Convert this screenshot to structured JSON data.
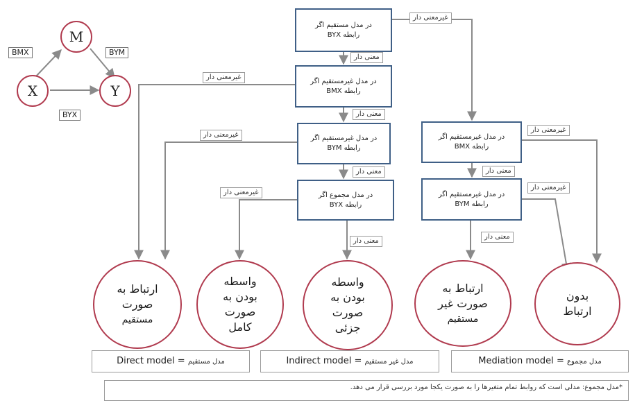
{
  "triangle": {
    "nodes": {
      "m": "M",
      "x": "X",
      "y": "Y"
    },
    "edges": {
      "bmx": "BMX",
      "bym": "BYM",
      "byx": "BYX"
    }
  },
  "steps": [
    {
      "line1": "در مدل مستقیم اگر",
      "line2": "رابطه BYX"
    },
    {
      "line1": "در مدل غیرمستقیم اگر",
      "line2": "رابطه BMX"
    },
    {
      "line1": "در مدل غیرمستقیم اگر",
      "line2": "رابطه BYM"
    },
    {
      "line1": "در مدل مجموع اگر",
      "line2": "رابطه BYX"
    },
    {
      "line1": "در مدل غیرمستقیم اگر",
      "line2": "رابطه BMX"
    },
    {
      "line1": "در مدل غیرمستقیم اگر",
      "line2": "رابطه BYM"
    }
  ],
  "tags": {
    "significant": "معنی دار",
    "not_significant": "غیرمعنی دار"
  },
  "outcomes": [
    {
      "lines": [
        "ارتباط به",
        "صورت",
        "مستقیم"
      ]
    },
    {
      "lines": [
        "واسطه",
        "بودن به",
        "صورت",
        "کامل"
      ]
    },
    {
      "lines": [
        "واسطه",
        "بودن به",
        "صورت",
        "جزئی"
      ]
    },
    {
      "lines": [
        "ارتباط به",
        "صورت غیر",
        "مستقیم"
      ]
    },
    {
      "lines": [
        "بدون",
        "ارتباط"
      ]
    }
  ],
  "models": {
    "direct": {
      "en": "Direct model",
      "eq": "=",
      "fa": "مدل مستقیم"
    },
    "indirect": {
      "en": "Indirect model",
      "eq": "=",
      "fa": "مدل غیر مستقیم"
    },
    "mediation": {
      "en": "Mediation model",
      "eq": "=",
      "fa": "مدل مجموع"
    }
  },
  "definition": "*مدل مجموع: مدلی است که روابط تمام متغیرها را به صورت یکجا مورد بررسی قرار می دهد.",
  "colors": {
    "box_border": "#3f5f86",
    "circle_border": "#b03a4e",
    "connector": "#8a8a8a"
  }
}
